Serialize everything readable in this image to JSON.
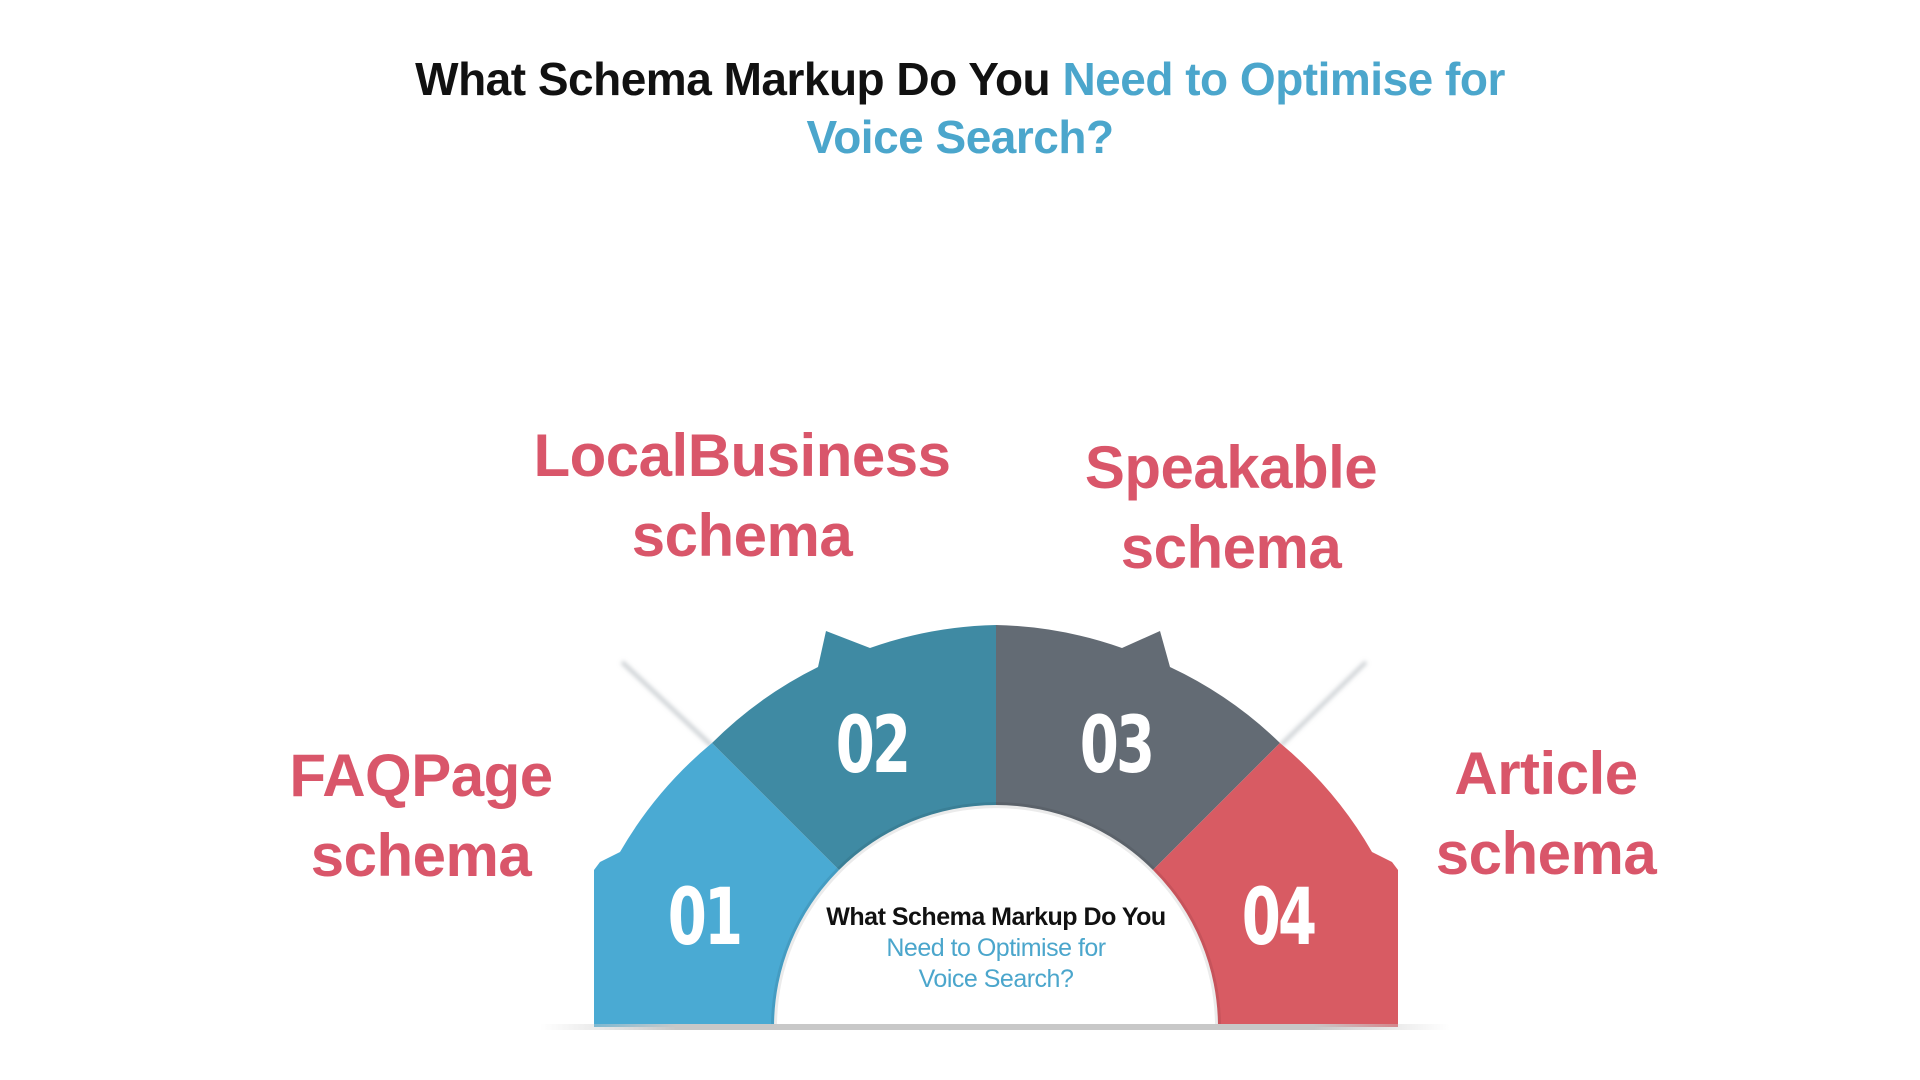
{
  "title": {
    "part_dark": "What Schema Markup Do You",
    "part_accent_line1": "Need to Optimise for",
    "part_accent_line2": "Voice Search?"
  },
  "center": {
    "line1": "What Schema Markup Do You",
    "line2": "Need to Optimise for",
    "line3": "Voice Search?"
  },
  "segments": [
    {
      "number": "01",
      "label_line1": "FAQPage",
      "label_line2": "schema",
      "color": "#4aaad3"
    },
    {
      "number": "02",
      "label_line1": "LocalBusiness",
      "label_line2": "schema",
      "color": "#3f8aa3"
    },
    {
      "number": "03",
      "label_line1": "Speakable",
      "label_line2": "schema",
      "color": "#636b74"
    },
    {
      "number": "04",
      "label_line1": "Article",
      "label_line2": "schema",
      "color": "#d85b63"
    }
  ],
  "colors": {
    "label_text": "#d9566a",
    "accent_text": "#4ba6cc",
    "dark_text": "#111111"
  }
}
